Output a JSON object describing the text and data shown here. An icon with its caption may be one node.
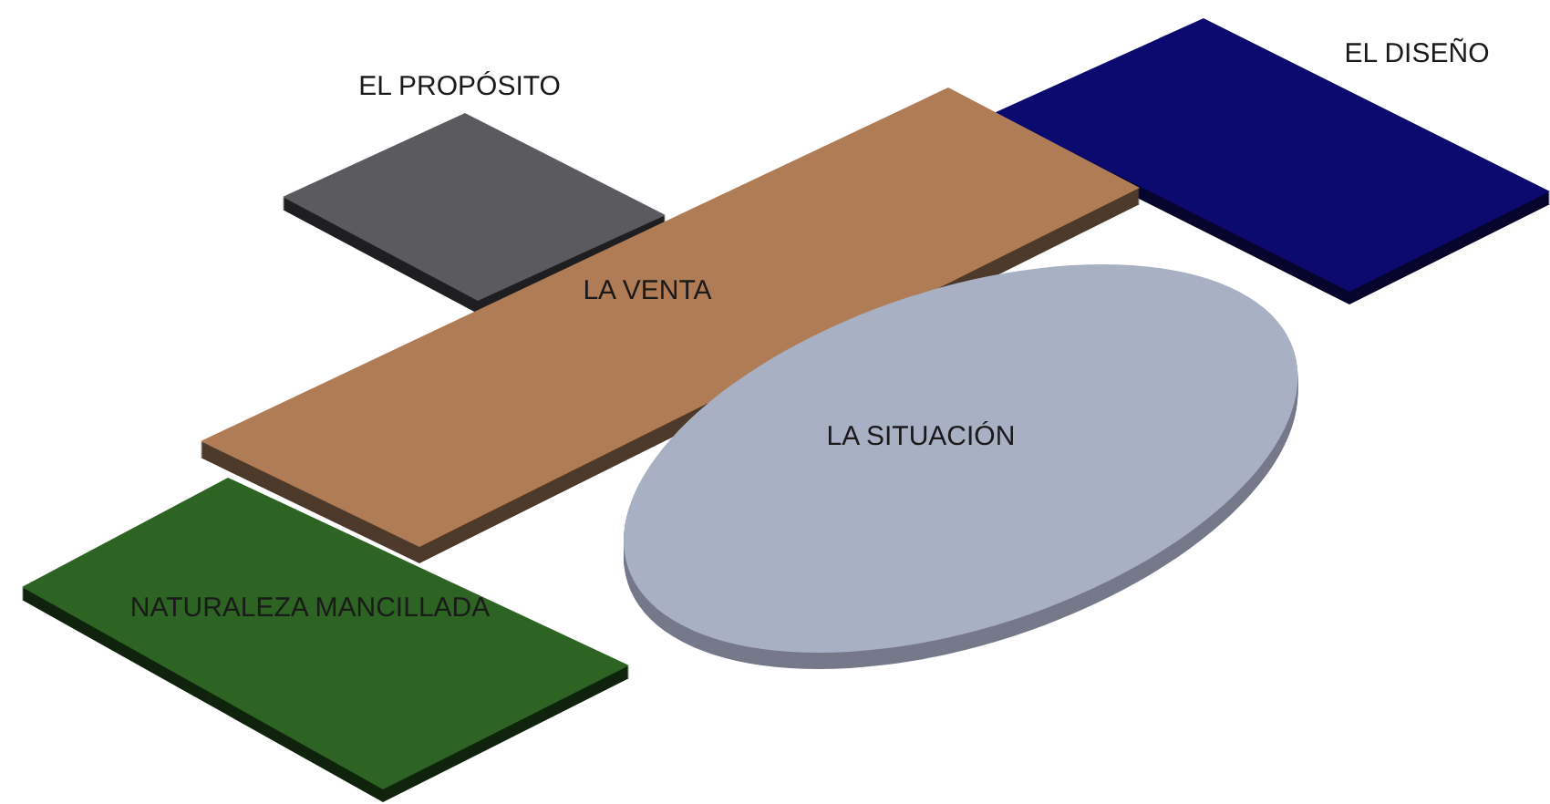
{
  "diagram": {
    "nodes": [
      {
        "text": [
          "EL PROPÓSITO"
        ]
      },
      {
        "text": [
          "EL DISEÑO"
        ]
      },
      {
        "text": [
          "LA VENTA"
        ]
      },
      {
        "text": [
          "LA SITUACIÓN"
        ]
      },
      {
        "text": [
          "NATURALEZA MANCILLADA"
        ]
      }
    ]
  }
}
